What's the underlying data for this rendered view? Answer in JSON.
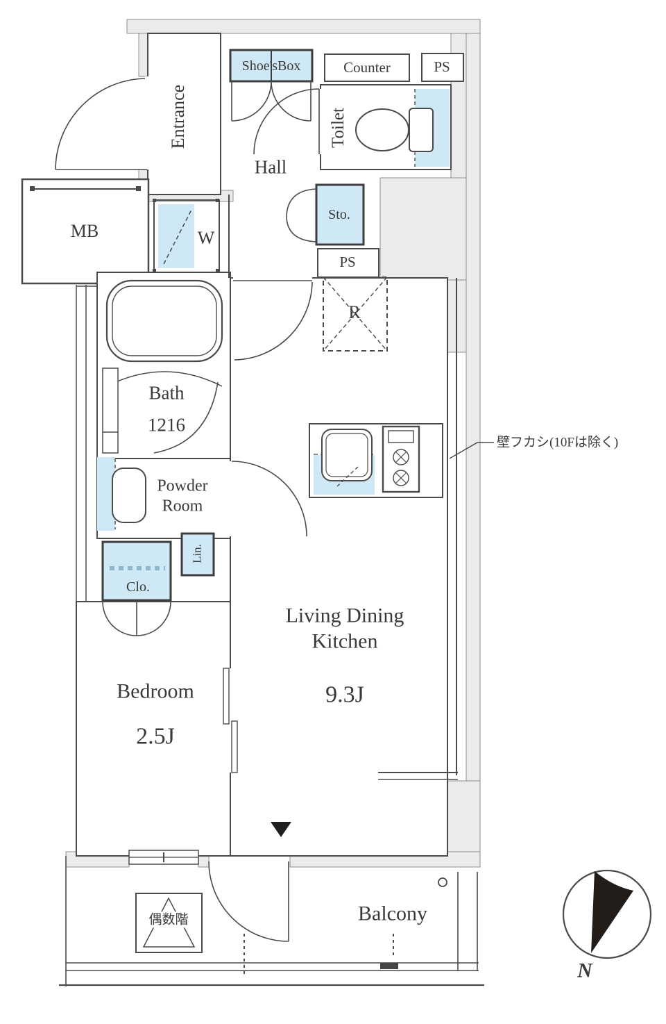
{
  "rooms": {
    "entrance": "Entrance",
    "hall": "Hall",
    "toilet": "Toilet",
    "bath": {
      "name": "Bath",
      "size": "1216"
    },
    "powder_room": "Powder Room",
    "ldk": {
      "name": "Living Dining Kitchen",
      "area": "9.3J"
    },
    "bedroom": {
      "name": "Bedroom",
      "area": "2.5J"
    },
    "balcony": "Balcony"
  },
  "fixtures": {
    "shoes_box": "Shoe'sBox",
    "counter": "Counter",
    "ps_top": "PS",
    "ps_mid": "PS",
    "storage": "Sto.",
    "refrigerator": "R",
    "meter_box": "MB",
    "washer": "W",
    "linen": "Lin.",
    "closet": "Clo.",
    "evacuation_hatch": "偶数階"
  },
  "annotations": {
    "wall_note": "壁フカシ(10Fは除く)",
    "north": "N"
  },
  "colors": {
    "line": "#4a4a4a",
    "fixture_blue": "#cfe8f5",
    "wall_gray": "#ebebeb"
  }
}
